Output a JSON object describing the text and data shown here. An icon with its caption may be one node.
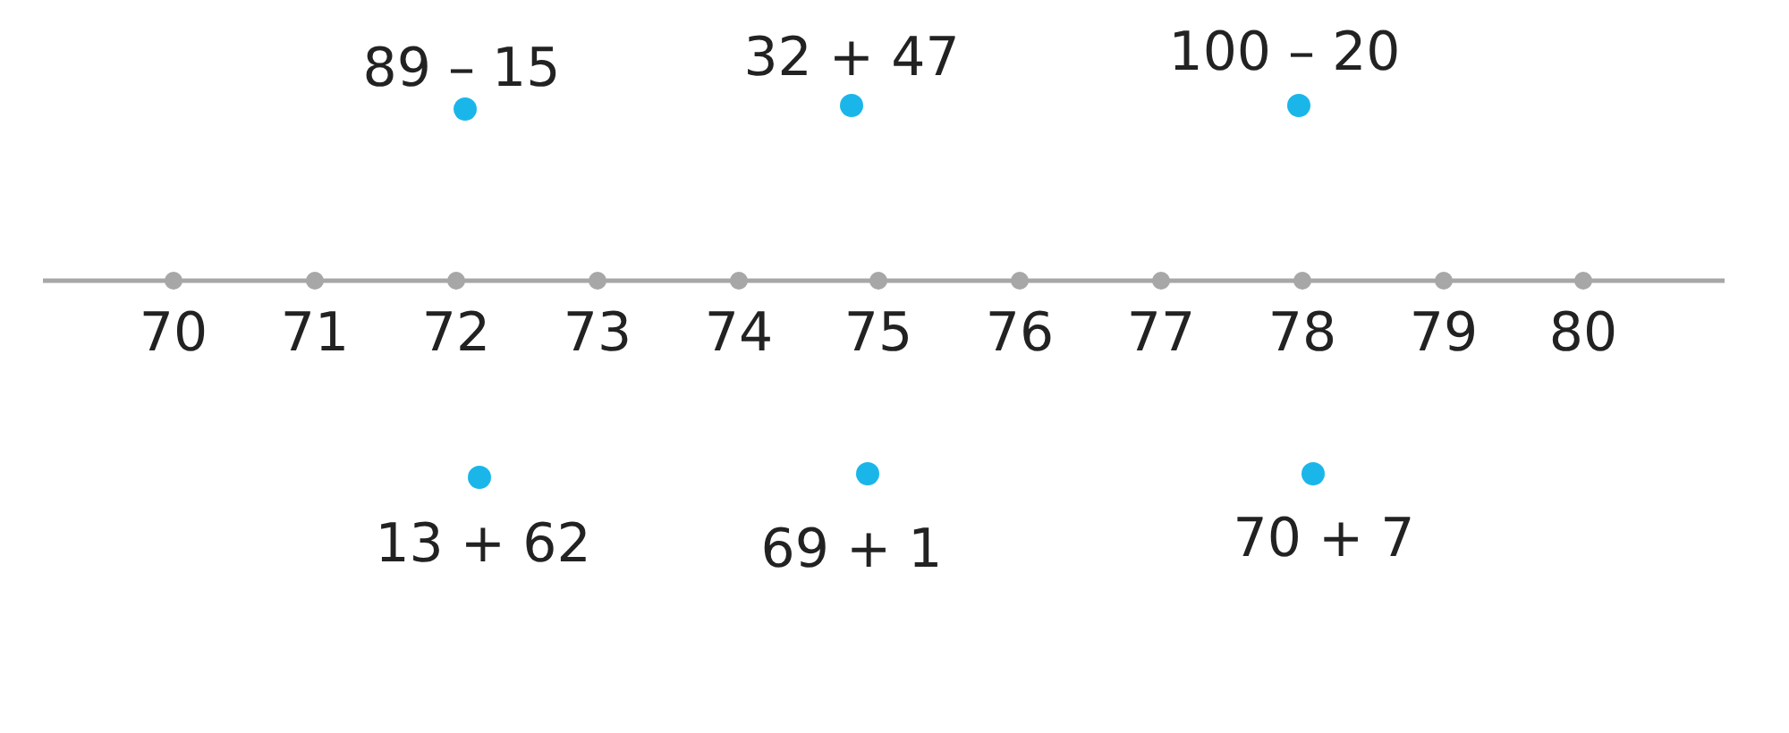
{
  "diagram": {
    "labels": [
      "89 – 15",
      "32 + 47",
      "100 – 20",
      "70",
      "71",
      "72",
      "73",
      "74",
      "75",
      "76",
      "77",
      "78",
      "79",
      "80",
      "13 + 62",
      "69 + 1",
      "70 + 7"
    ]
  }
}
